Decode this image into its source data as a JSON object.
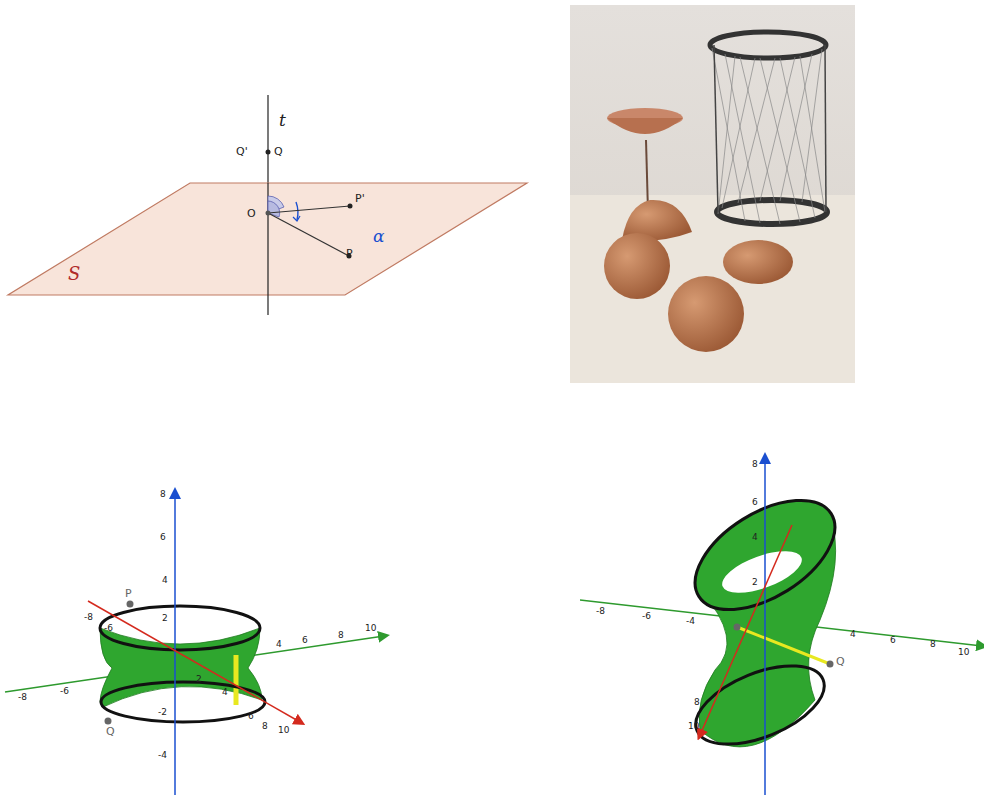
{
  "diagram": {
    "labels": [
      "t",
      "Q'",
      "Q",
      "O",
      "P'",
      "P",
      "α",
      "S",
      "8",
      "6",
      "4",
      "2",
      "-2",
      "-4",
      "-8",
      "-6",
      "2",
      "4",
      "6",
      "8",
      "10",
      "-8",
      "-6",
      "4",
      "6",
      "8",
      "10",
      "P",
      "Q",
      "8",
      "6",
      "4",
      "2",
      "-8",
      "-6",
      "-4",
      "4",
      "6",
      "8",
      "10",
      "10",
      "8",
      "Q"
    ]
  }
}
